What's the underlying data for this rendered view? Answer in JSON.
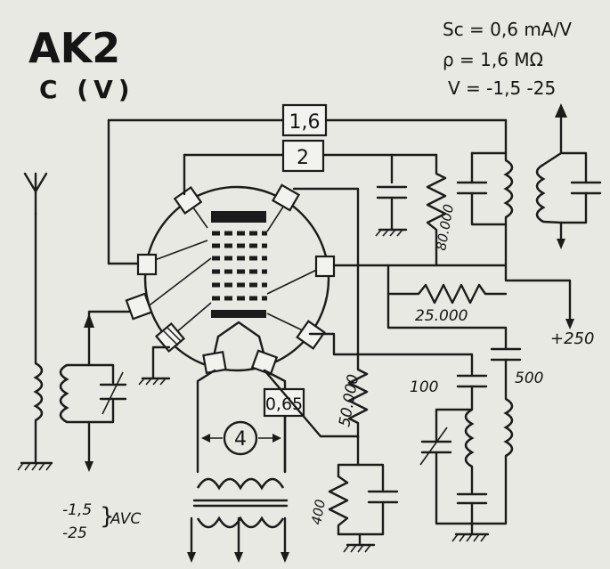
{
  "tube": {
    "name": "AK2",
    "classification": "C (V)"
  },
  "specs": {
    "sc": "Sc = 0,6 mA/V",
    "rho": "ρ = 1,6 MΩ",
    "v": "V = -1,5 -25"
  },
  "boxes": {
    "top": "1,6",
    "second": "2",
    "filament": "0,65"
  },
  "labels": {
    "r_80000": "80.000",
    "r_25000": "25.000",
    "r_50000": "50.000",
    "r_400": "400",
    "c_100": "100",
    "c_500": "500",
    "plus_250": "+250",
    "filament_volts": "4",
    "avc_1": "-1,5",
    "avc_2": "-25",
    "avc_label": "AVC"
  }
}
